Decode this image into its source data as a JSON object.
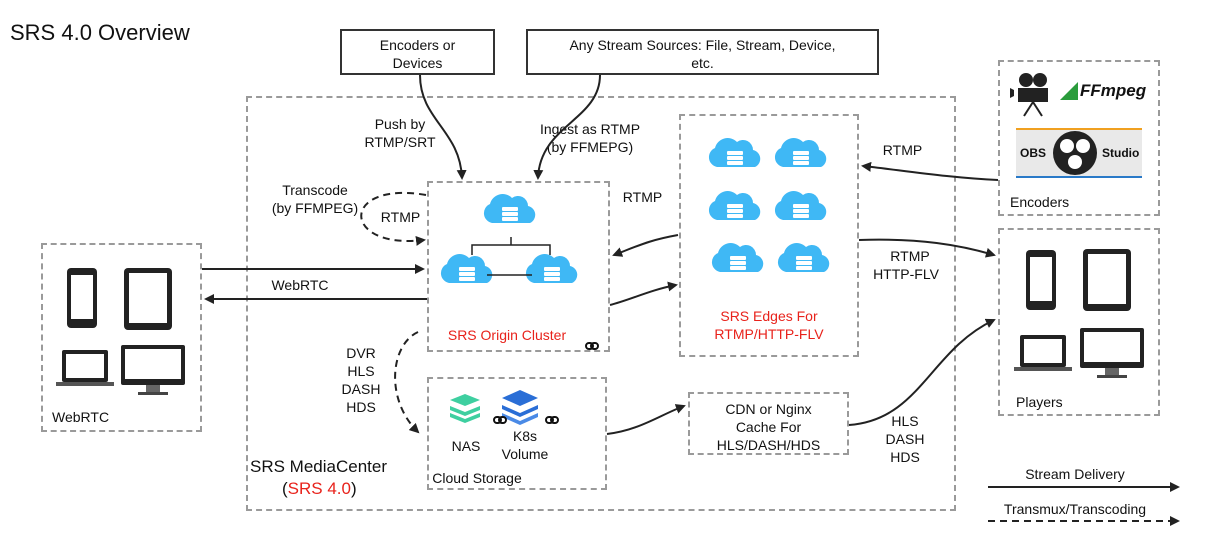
{
  "title": "SRS 4.0 Overview",
  "sources": {
    "encoders_devices": [
      "Encoders or",
      "Devices"
    ],
    "any_stream": [
      "Any Stream Sources: File, Stream, Device,",
      "etc."
    ]
  },
  "labels": {
    "push": [
      "Push by",
      "RTMP/SRT"
    ],
    "ingest": [
      "Ingest as RTMP",
      "(by FFMEPG)"
    ],
    "transcode": [
      "Transcode",
      "(by FFMPEG)"
    ],
    "transcode_rtmp": "RTMP",
    "origin_to_edge_rtmp": "RTMP",
    "encoder_rtmp": "RTMP",
    "player_rtmp": [
      "RTMP",
      "HTTP-FLV"
    ],
    "webrtc_arrow": "WebRTC",
    "dvr": [
      "DVR",
      "HLS",
      "DASH",
      "HDS"
    ],
    "cdn_out": [
      "HLS",
      "DASH",
      "HDS"
    ]
  },
  "origin": {
    "title": "SRS Origin Cluster"
  },
  "edges": {
    "title": [
      "SRS Edges For",
      "RTMP/HTTP-FLV"
    ]
  },
  "storage": {
    "nas": "NAS",
    "k8s": [
      "K8s",
      "Volume"
    ],
    "caption": "Cloud Storage"
  },
  "cdn": [
    "CDN or Nginx",
    "Cache For",
    "HLS/DASH/HDS"
  ],
  "mediacenter": {
    "title": "SRS MediaCenter",
    "version_open": "(",
    "version": "SRS 4.0",
    "version_close": ")"
  },
  "webrtc_box": {
    "caption": "WebRTC"
  },
  "encoders_box": {
    "caption": "Encoders",
    "ffmpeg": "FFmpeg",
    "obs_left": "OBS",
    "obs_right": "Studio"
  },
  "players_box": {
    "caption": "Players"
  },
  "legend": {
    "stream_delivery": "Stream Delivery",
    "transmux": "Transmux/Transcoding"
  },
  "colors": {
    "accent_red": "#e8221b",
    "cloud_blue": "#3fb8f5",
    "dashed_gray": "#9a9a9a"
  },
  "icons": [
    "cloud-server-icon",
    "phone-icon",
    "tablet-icon",
    "laptop-icon",
    "monitor-icon",
    "camera-icon",
    "ffmpeg-logo",
    "obs-logo",
    "link-icon",
    "layers-icon"
  ]
}
